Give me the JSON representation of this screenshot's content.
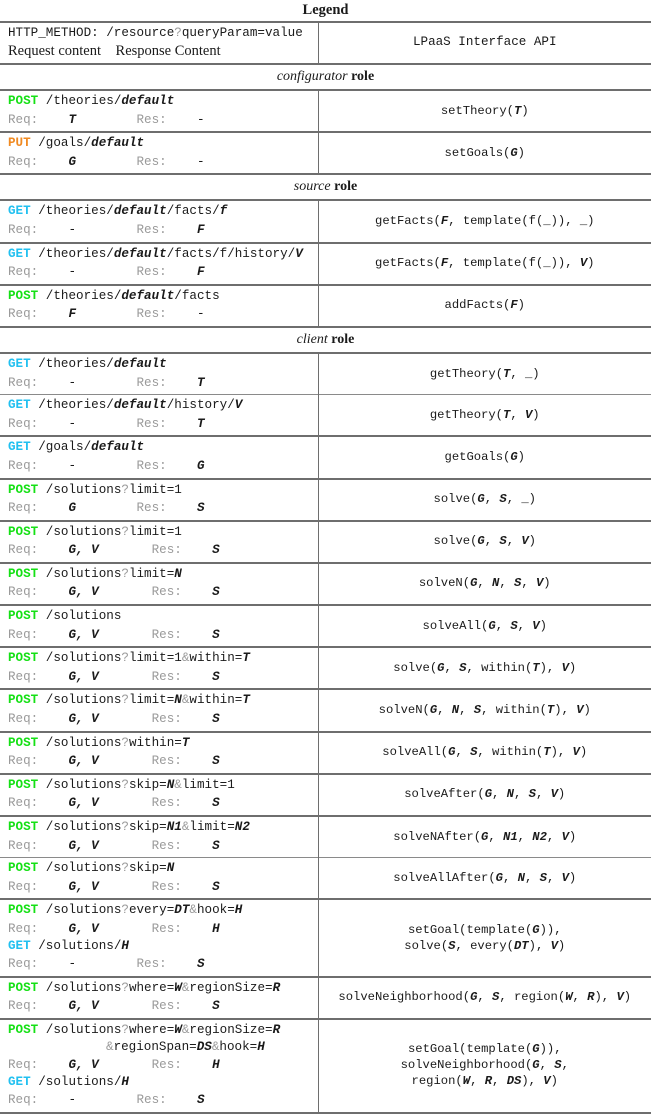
{
  "title": "Legend",
  "header": {
    "left_line1": "HTTP_METHOD: /resource?queryParam=value",
    "left_line2": "Request content    Response Content",
    "right": "LPaaS Interface API"
  },
  "labels": {
    "req": "Req:",
    "res": "Res:",
    "role_word": "role"
  },
  "colors": {
    "get": "#22c0f0",
    "post": "#15e015",
    "put": "#f08a22",
    "label_gray": "#9a9a9a",
    "rule": "#6e6e6e",
    "text": "#1a1a1a"
  },
  "sections": [
    {
      "role": "configurator",
      "rows": [
        {
          "endpoints": [
            {
              "method": "POST",
              "path_html": "/theories/<i>default</i>",
              "req": "T",
              "res": "-"
            }
          ],
          "api": [
            "setTheory(T)"
          ]
        },
        {
          "endpoints": [
            {
              "method": "PUT",
              "path_html": "/goals/<i>default</i>",
              "req": "G",
              "res": "-"
            }
          ],
          "api": [
            "setGoals(G)"
          ]
        }
      ]
    },
    {
      "role": "source",
      "rows": [
        {
          "endpoints": [
            {
              "method": "GET",
              "path_html": "/theories/<i>default</i>/facts/<i>f</i>",
              "req": "-",
              "res": "F"
            }
          ],
          "api": [
            "getFacts(F, template(f(_)), _)"
          ]
        },
        {
          "endpoints": [
            {
              "method": "GET",
              "path_html": "/theories/<i>default</i>/facts/f/history/<i>V</i>",
              "req": "-",
              "res": "F"
            }
          ],
          "api": [
            "getFacts(F, template(f(_)), V)"
          ]
        },
        {
          "endpoints": [
            {
              "method": "POST",
              "path_html": "/theories/<i>default</i>/facts",
              "req": "F",
              "res": "-"
            }
          ],
          "api": [
            "addFacts(F)"
          ]
        }
      ]
    },
    {
      "role": "client",
      "rows": [
        {
          "endpoints": [
            {
              "method": "GET",
              "path_html": "/theories/<i>default</i>",
              "req": "-",
              "res": "T"
            }
          ],
          "api": [
            "getTheory(T, _)"
          ]
        },
        {
          "endpoints": [
            {
              "method": "GET",
              "path_html": "/theories/<i>default</i>/history/<i>V</i>",
              "req": "-",
              "res": "T"
            }
          ],
          "api": [
            "getTheory(T, V)"
          ],
          "thin": true
        },
        {
          "endpoints": [
            {
              "method": "GET",
              "path_html": "/goals/<i>default</i>",
              "req": "-",
              "res": "G"
            }
          ],
          "api": [
            "getGoals(G)"
          ]
        },
        {
          "endpoints": [
            {
              "method": "POST",
              "path_html": "/solutions?limit=1",
              "req": "G",
              "res": "S"
            }
          ],
          "api": [
            "solve(G, S, _)"
          ]
        },
        {
          "endpoints": [
            {
              "method": "POST",
              "path_html": "/solutions?limit=1",
              "req": "G, V",
              "res": "S"
            }
          ],
          "api": [
            "solve(G, S, V)"
          ]
        },
        {
          "endpoints": [
            {
              "method": "POST",
              "path_html": "/solutions?limit=<i>N</i>",
              "req": "G, V",
              "res": "S"
            }
          ],
          "api": [
            "solveN(G, N, S, V)"
          ]
        },
        {
          "endpoints": [
            {
              "method": "POST",
              "path_html": "/solutions",
              "req": "G, V",
              "res": "S"
            }
          ],
          "api": [
            "solveAll(G, S, V)"
          ]
        },
        {
          "endpoints": [
            {
              "method": "POST",
              "path_html": "/solutions?limit=1&within=<i>T</i>",
              "req": "G, V",
              "res": "S"
            }
          ],
          "api": [
            "solve(G, S, within(T), V)"
          ]
        },
        {
          "endpoints": [
            {
              "method": "POST",
              "path_html": "/solutions?limit=<i>N</i>&within=<i>T</i>",
              "req": "G, V",
              "res": "S"
            }
          ],
          "api": [
            "solveN(G, N, S, within(T), V)"
          ]
        },
        {
          "endpoints": [
            {
              "method": "POST",
              "path_html": "/solutions?within=<i>T</i>",
              "req": "G, V",
              "res": "S"
            }
          ],
          "api": [
            "solveAll(G, S, within(T), V)"
          ]
        },
        {
          "endpoints": [
            {
              "method": "POST",
              "path_html": "/solutions?skip=<i>N</i>&limit=1",
              "req": "G, V",
              "res": "S"
            }
          ],
          "api": [
            "solveAfter(G, N, S, V)"
          ]
        },
        {
          "endpoints": [
            {
              "method": "POST",
              "path_html": "/solutions?skip=<i>N1</i>&limit=<i>N2</i>",
              "req": "G, V",
              "res": "S"
            }
          ],
          "api": [
            "solveNAfter(G, N1, N2, V)"
          ]
        },
        {
          "endpoints": [
            {
              "method": "POST",
              "path_html": "/solutions?skip=<i>N</i>",
              "req": "G, V",
              "res": "S"
            }
          ],
          "api": [
            "solveAllAfter(G, N, S, V)"
          ],
          "thin": true
        },
        {
          "endpoints": [
            {
              "method": "POST",
              "path_html": "/solutions?every=<i>DT</i>&hook=<i>H</i>",
              "req": "G, V",
              "res": "H"
            },
            {
              "method": "GET",
              "path_html": "/solutions/<i>H</i>",
              "req": "-",
              "res": "S"
            }
          ],
          "api": [
            "setGoal(template(G)),",
            "solve(S, every(DT), V)"
          ]
        },
        {
          "endpoints": [
            {
              "method": "POST",
              "path_html": "/solutions?where=<i>W</i>&regionSize=<i>R</i>",
              "req": "G, V",
              "res": "S"
            }
          ],
          "api": [
            "solveNeighborhood(G, S, region(W, R), V)"
          ]
        },
        {
          "endpoints": [
            {
              "method": "POST",
              "path_html": "/solutions?where=<i>W</i>&regionSize=<i>R</i>",
              "path_html2": "&regionSpan=<i>DS</i>&hook=<i>H</i>",
              "req": "G, V",
              "res": "H"
            },
            {
              "method": "GET",
              "path_html": "/solutions/<i>H</i>",
              "req": "-",
              "res": "S"
            }
          ],
          "api": [
            "setGoal(template(G)),",
            "solveNeighborhood(G, S,",
            "region(W, R, DS), V)"
          ],
          "last": true
        }
      ]
    }
  ]
}
